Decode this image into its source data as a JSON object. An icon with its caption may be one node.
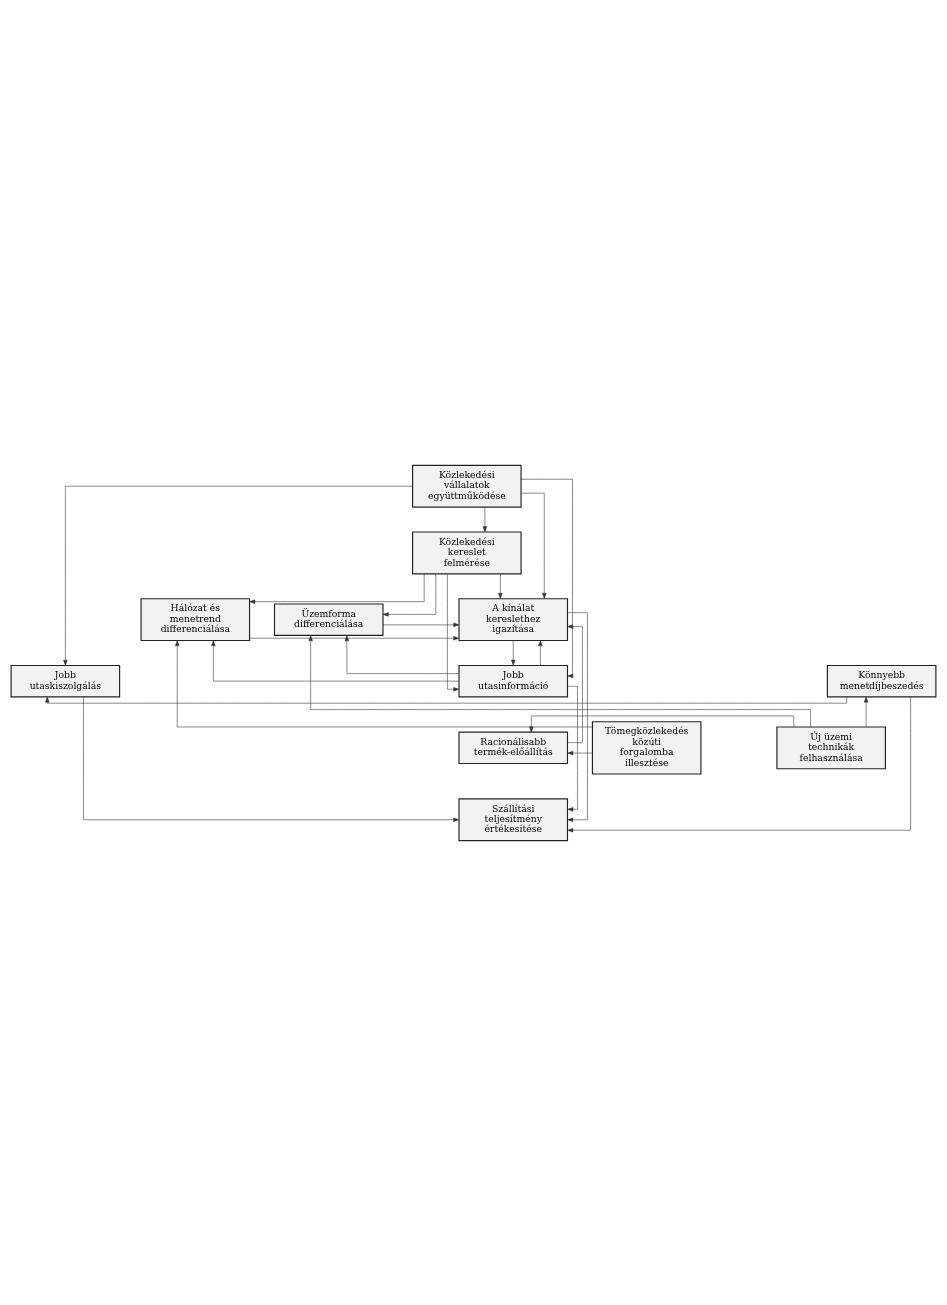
{
  "diagram": {
    "nodes": [
      {
        "text": [
          "Közlekedési vállalatok együttműködése"
        ]
      },
      {
        "text": [
          "Közlekedési kereslet felmérése"
        ]
      },
      {
        "text": [
          "Hálózat és menetrend differenciálása"
        ]
      },
      {
        "text": [
          "A kínálat kereslethez igazítása"
        ]
      },
      {
        "text": [
          "Üzemforma differenciálása"
        ]
      },
      {
        "text": [
          "Jobb utaskiszolgálás"
        ]
      },
      {
        "text": [
          "Jobb utasinformáció"
        ]
      },
      {
        "text": [
          "Könnyebb menetdíjbeszedés"
        ]
      },
      {
        "text": [
          "Tömegközlekedés közúti forgalomba illesztése"
        ]
      },
      {
        "text": [
          "Racionálisabb termék-előállítás"
        ]
      },
      {
        "text": [
          "Új üzemi technikák felhasználása"
        ]
      },
      {
        "text": [
          "Szállítási teljesítmény értékesítése"
        ]
      }
    ],
    "edges": [
      {
        "from": 0,
        "to": 1,
        "arrow": "to"
      },
      {
        "from": 0,
        "to": 5,
        "arrow": "to"
      },
      {
        "from": 0,
        "to": 3,
        "arrow": "to"
      },
      {
        "from": 0,
        "to": 6,
        "arrow": "to"
      },
      {
        "from": 1,
        "to": 2,
        "arrow": "to"
      },
      {
        "from": 1,
        "to": 3,
        "arrow": "to"
      },
      {
        "from": 1,
        "to": 4,
        "arrow": "to"
      },
      {
        "from": 1,
        "to": 6,
        "arrow": "to"
      },
      {
        "from": 2,
        "to": 3,
        "arrow": "to"
      },
      {
        "from": 4,
        "to": 3,
        "arrow": "to"
      },
      {
        "from": 3,
        "to": 6,
        "arrow": "to"
      },
      {
        "from": 6,
        "to": 3,
        "arrow": "to"
      },
      {
        "from": 6,
        "to": 2,
        "arrow": "to"
      },
      {
        "from": 6,
        "to": 4,
        "arrow": "to"
      },
      {
        "from": 9,
        "to": 3,
        "arrow": "to"
      },
      {
        "from": 3,
        "to": 11,
        "arrow": "to"
      },
      {
        "from": 5,
        "to": 11,
        "arrow": "to"
      },
      {
        "from": 8,
        "to": 2,
        "arrow": "to"
      },
      {
        "from": 7,
        "to": 5,
        "arrow": "to"
      },
      {
        "from": 10,
        "to": 7,
        "arrow": "to"
      },
      {
        "from": 10,
        "to": 4,
        "arrow": "to"
      },
      {
        "from": 8,
        "to": 9,
        "arrow": "to"
      },
      {
        "from": 10,
        "to": 9,
        "arrow": "to"
      },
      {
        "from": 6,
        "to": 11,
        "arrow": "to"
      },
      {
        "from": 7,
        "to": 11,
        "arrow": "to"
      }
    ]
  }
}
